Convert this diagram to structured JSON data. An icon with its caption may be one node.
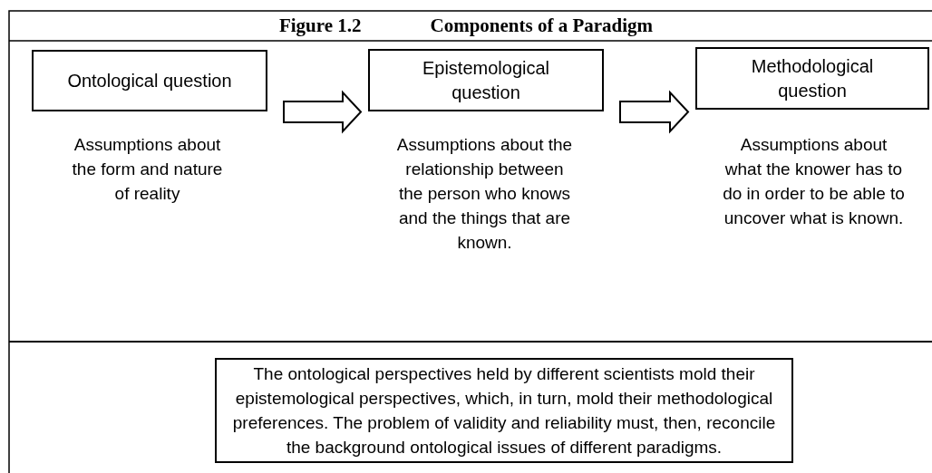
{
  "diagram": {
    "title": "Components of a Paradigm",
    "nodes": [
      {
        "text": [
          "Ontological question"
        ],
        "beside": [
          "Assumptions about the form and nature of reality"
        ]
      },
      {
        "text": [
          "Epistemological question"
        ],
        "beside": [
          "Assumptions about the relationship between the person who knows and the things that are known."
        ]
      },
      {
        "text": [
          "Methodological question"
        ],
        "beside": [
          "Assumptions about what the knower has to do in order to be able to uncover what is known."
        ]
      },
      {
        "text": [
          "The ontological perspectives held by different scientists mold their epistemological perspectives, which, in turn, mold their methodological preferences.  The problem of validity and reliability must, then, reconcile the background ontological issues of different paradigms."
        ]
      }
    ],
    "edges": [
      {
        "from": 0,
        "to": 1,
        "arrow": "to",
        "style": "thick"
      },
      {
        "from": 1,
        "to": 2,
        "arrow": "to",
        "style": "thick"
      }
    ],
    "labels": [
      "Figure 1.2"
    ]
  }
}
